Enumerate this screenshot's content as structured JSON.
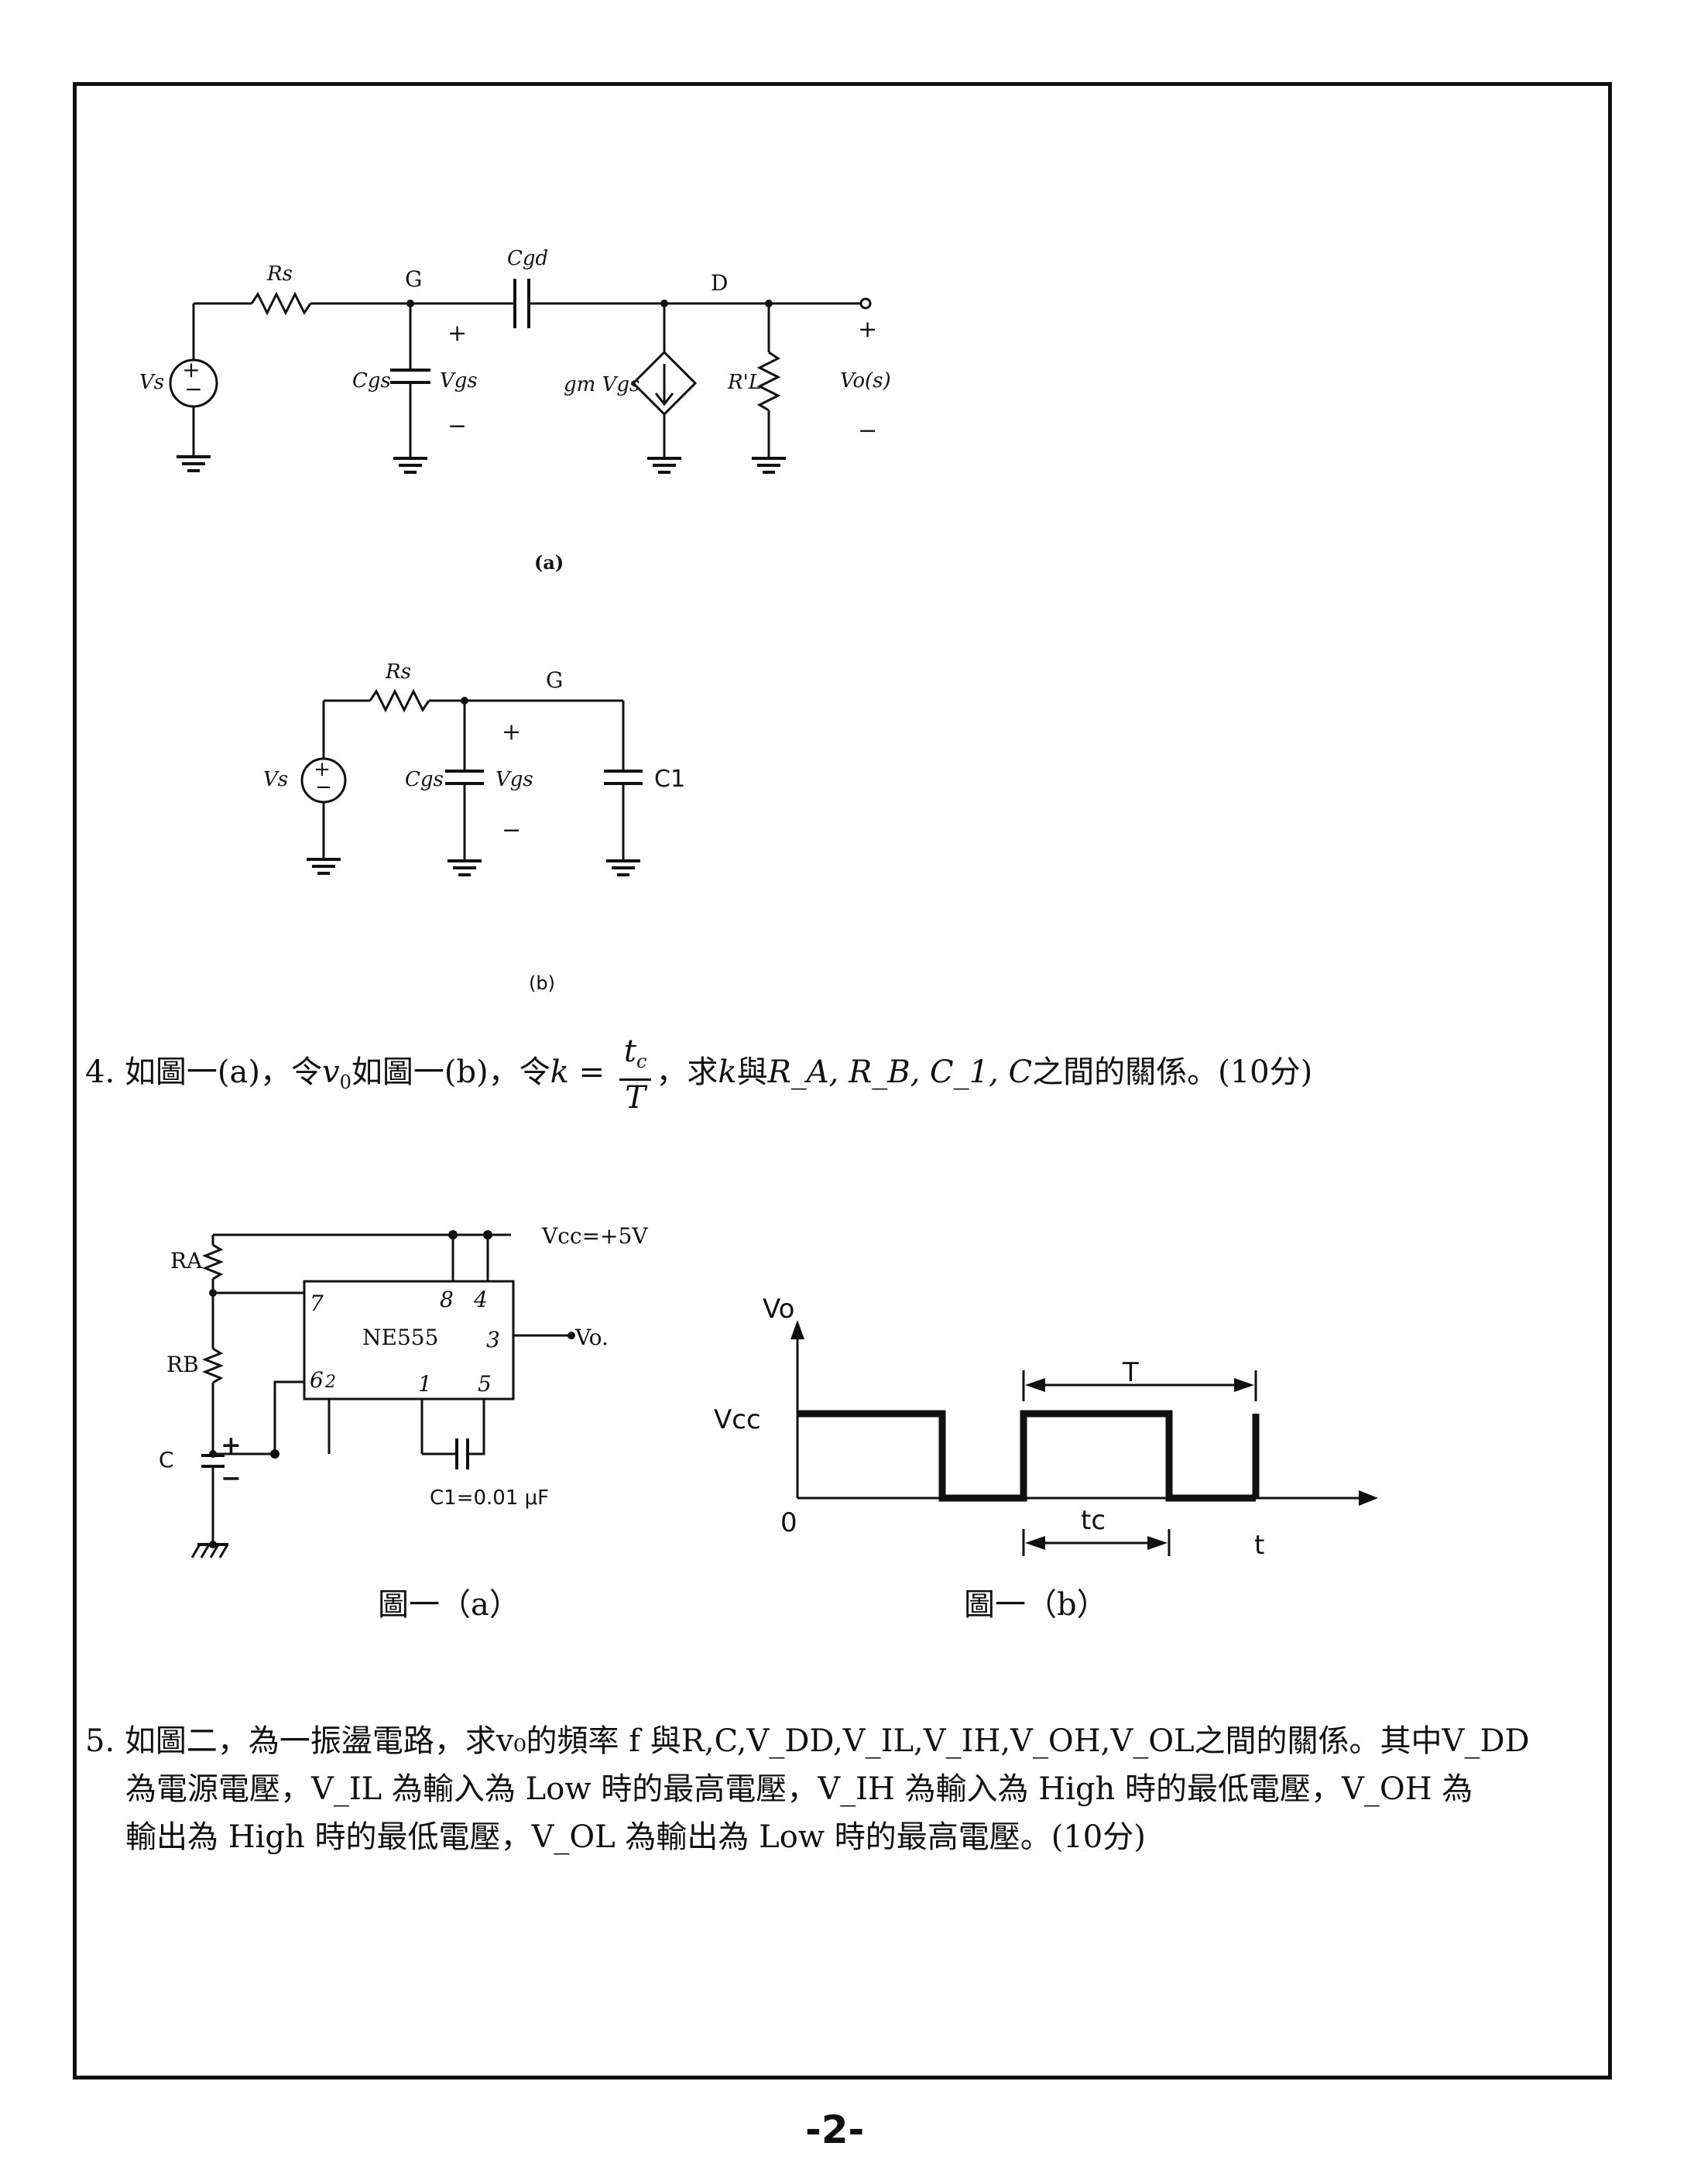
{
  "figure_a": {
    "caption": "(a)",
    "labels": {
      "source": "Vs",
      "rs": "Rs",
      "node_g": "G",
      "cgd": "Cgd",
      "node_d": "D",
      "cgs": "Cgs",
      "vgs": "Vgs",
      "vgs_plus": "+",
      "vgs_minus": "−",
      "dep_source": "gm Vgs",
      "rl": "R'L",
      "vo": "Vo(s)",
      "vo_plus": "+",
      "vo_minus": "−"
    }
  },
  "figure_b": {
    "caption": "(b)",
    "labels": {
      "source": "Vs",
      "rs": "Rs",
      "node_g": "G",
      "cgs": "Cgs",
      "vgs": "Vgs",
      "vgs_plus": "+",
      "vgs_minus": "−",
      "c1": "C1"
    }
  },
  "question4": {
    "number": "4.",
    "text1": "如圖一(a)，令",
    "v0": "v",
    "v0_sub": "0",
    "text2": "如圖一(b)，令",
    "k": "k",
    "eq": "=",
    "frac_num": "t",
    "frac_num_sub": "c",
    "frac_den": "T",
    "text3": "，求",
    "k2": "k",
    "text4": "與",
    "vars": "R_A, R_B, C_1, C",
    "text5": "之間的關係。(10分)"
  },
  "figure1a": {
    "caption": "圖一（a）",
    "labels": {
      "vcc": "Vcc=+5V",
      "ra": "RA",
      "rb": "RB",
      "c": "C",
      "chip": "NE555",
      "pin7": "7",
      "pin8": "8",
      "pin4": "4",
      "pin3": "3",
      "pin6": "6",
      "pin2": "2",
      "pin1": "1",
      "pin5": "5",
      "vo": "Vo.",
      "c1": "C1=0.01 μF",
      "cap_plus": "+",
      "cap_minus": "−"
    }
  },
  "figure1b": {
    "caption": "圖一（b）",
    "labels": {
      "y_axis": "Vo",
      "vcc": "Vcc",
      "origin": "0",
      "t_axis": "t",
      "period": "T",
      "tc": "tc"
    }
  },
  "question5": {
    "line1": "5. 如圖二，為一振盪電路，求v₀的頻率 f 與R,C,V_DD,V_IL,V_IH,V_OH,V_OL之間的關係。其中V_DD",
    "line2": "為電源電壓，V_IL 為輸入為 Low 時的最高電壓，V_IH 為輸入為 High 時的最低電壓，V_OH 為",
    "line3": "輸出為 High 時的最低電壓，V_OL 為輸出為 Low 時的最高電壓。(10分)"
  },
  "page_number": "-2-"
}
